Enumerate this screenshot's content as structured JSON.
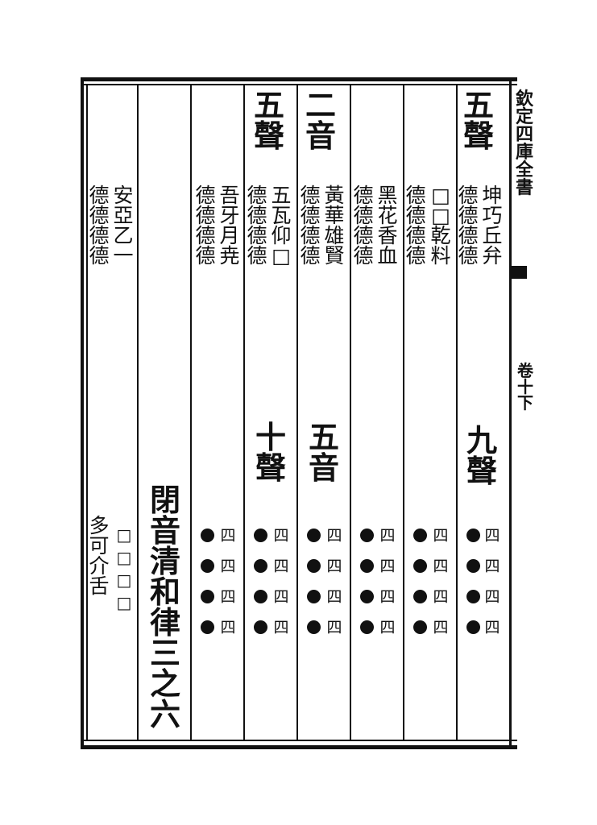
{
  "margin": {
    "title": "欽定四庫全書",
    "juan": "卷十下"
  },
  "side_title": "閉音清和律三之六",
  "columns": [
    {
      "key": "c1",
      "head_top": "五聲",
      "text_top": [
        "坤巧丘弁",
        "德德德德"
      ],
      "head_mid": "九聲",
      "pu": [
        "四",
        "四",
        "四",
        "四"
      ]
    },
    {
      "key": "c2",
      "text_top": [
        "□□乾料",
        "德德德德"
      ],
      "pu": [
        "四",
        "四",
        "四",
        "四"
      ]
    },
    {
      "key": "c3",
      "text_top": [
        "黑花香血",
        "德德德德"
      ],
      "pu": [
        "四",
        "四",
        "四",
        "四"
      ]
    },
    {
      "key": "c4",
      "head_top": "二音",
      "text_top": [
        "黃華雄賢",
        "德德德德"
      ],
      "head_mid": "五音",
      "pu": [
        "四",
        "四",
        "四",
        "四"
      ]
    },
    {
      "key": "c5",
      "head_top": "五聲",
      "text_top": [
        "五瓦仰□",
        "德德德德"
      ],
      "head_mid": "十聲",
      "pu": [
        "四",
        "四",
        "四",
        "四"
      ]
    },
    {
      "key": "c6",
      "text_top": [
        "吾牙月尭",
        "德德德德"
      ],
      "pu": [
        "四",
        "四",
        "四",
        "四"
      ]
    }
  ],
  "last_column": {
    "text_top": [
      "安亞乙一",
      "德德德德"
    ],
    "text_bottom": [
      "□□□□",
      "多可介舌"
    ]
  }
}
